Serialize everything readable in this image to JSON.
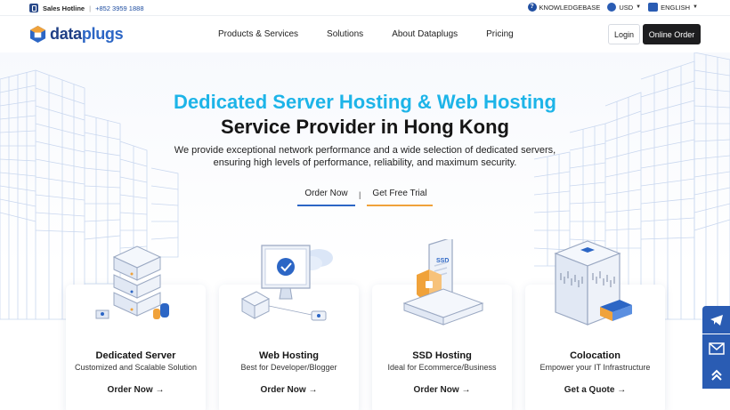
{
  "topbar": {
    "hotline_label": "Sales Hotline",
    "divider": "|",
    "hotline_number": "+852 3959 1888",
    "knowledgebase": "KNOWLEDGEBASE",
    "currency": "USD",
    "language": "ENGLISH"
  },
  "header": {
    "logo_data": "data",
    "logo_plugs": "plugs",
    "nav": [
      "Products & Services",
      "Solutions",
      "About Dataplugs",
      "Pricing"
    ],
    "login": "Login",
    "online_order": "Online Order"
  },
  "hero": {
    "title_line1": "Dedicated Server Hosting & Web Hosting",
    "title_line2": "Service Provider in Hong Kong",
    "subtitle_line1": "We provide exceptional network performance and a wide selection of dedicated servers,",
    "subtitle_line2": "ensuring high levels of performance, reliability, and maximum security.",
    "cta_order": "Order Now",
    "cta_sep": "|",
    "cta_trial": "Get Free Trial"
  },
  "cards": [
    {
      "title": "Dedicated Server",
      "subtitle": "Customized and Scalable Solution",
      "cta": "Order Now →"
    },
    {
      "title": "Web Hosting",
      "subtitle": "Best for Developer/Blogger",
      "cta": "Order Now →"
    },
    {
      "title": "SSD Hosting",
      "subtitle": "Ideal for Ecommerce/Business",
      "cta": "Order Now →"
    },
    {
      "title": "Colocation",
      "subtitle": "Empower your IT Infrastructure",
      "cta": "Get a Quote →"
    }
  ],
  "illustrations": {
    "ssd_label": "SSD"
  },
  "colors": {
    "brand_blue": "#2c66c5",
    "brand_dark": "#1f3f86",
    "accent_cyan": "#1db4e8",
    "accent_orange": "#f0a23a",
    "side_blue": "#2a5cb3"
  },
  "icons": [
    "phone-icon",
    "question-icon",
    "currency-icon",
    "language-icon",
    "telegram-icon",
    "mail-icon",
    "scroll-top-icon"
  ]
}
